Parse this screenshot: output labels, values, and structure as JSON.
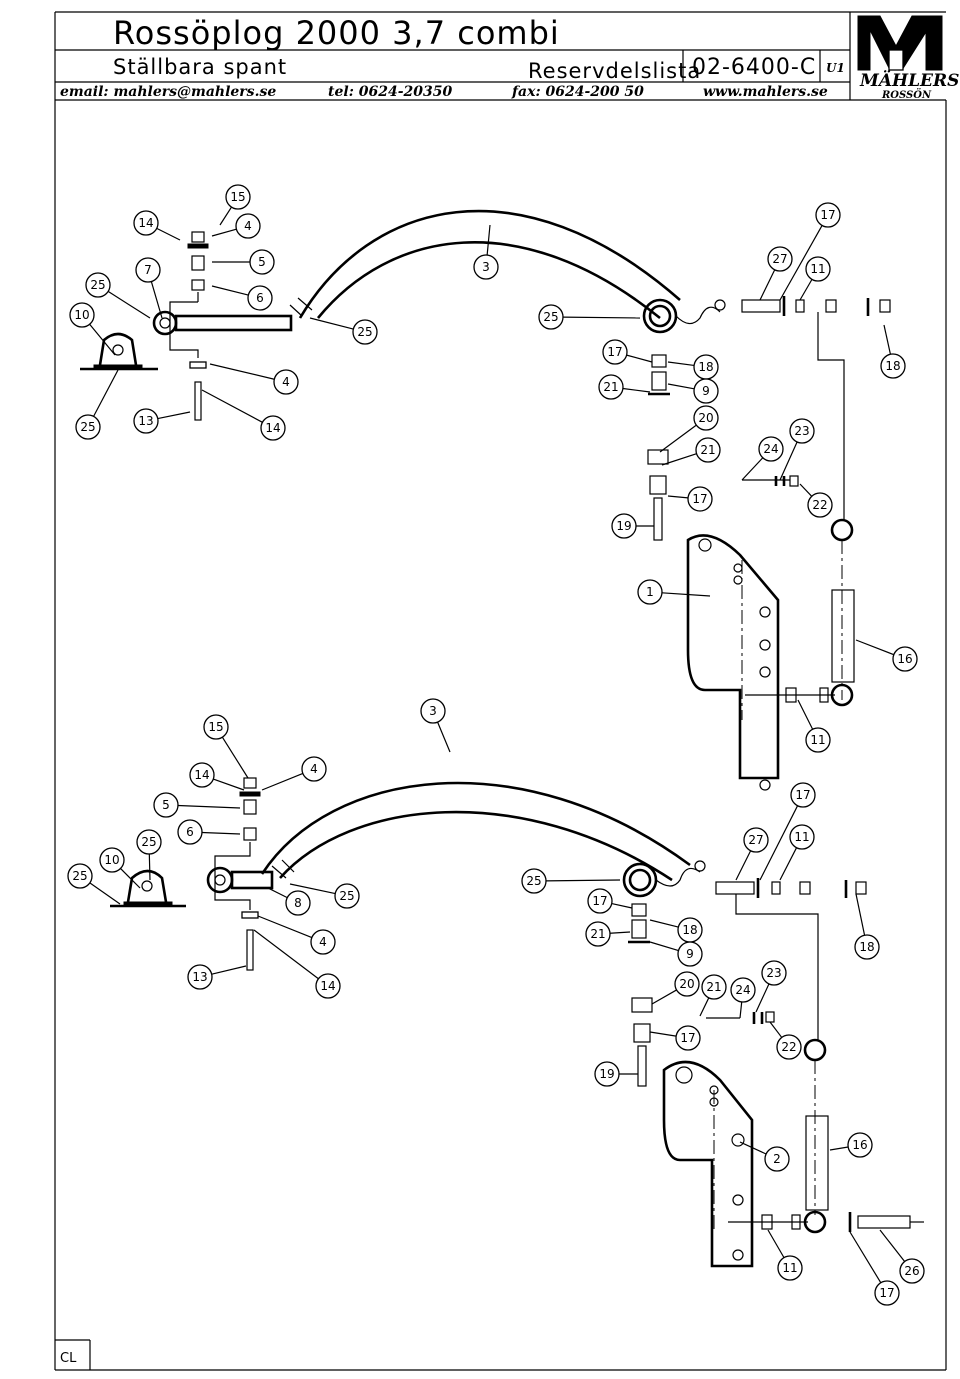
{
  "header": {
    "title": "Rossöplog 2000 3,7 combi",
    "subtitle": "Ställbara spant",
    "doc_type": "Reservdelslista",
    "doc_number": "02-6400-C",
    "revision": "U1",
    "email": "email: mahlers@mahlers.se",
    "tel": "tel: 0624-20350",
    "fax": "fax: 0624-200 50",
    "web": "www.mahlers.se"
  },
  "logo": {
    "name": "MÄHLERS",
    "location": "ROSSÖN"
  },
  "footer": {
    "corner_label": "CL"
  },
  "callouts_top": [
    "15",
    "14",
    "4",
    "17",
    "7",
    "5",
    "25",
    "27",
    "11",
    "3",
    "6",
    "10",
    "25",
    "25",
    "17",
    "18",
    "18",
    "21",
    "9",
    "4",
    "20",
    "25",
    "13",
    "14",
    "24",
    "23",
    "21",
    "17",
    "22",
    "19",
    "1",
    "16",
    "11"
  ],
  "callouts_bottom": [
    "15",
    "3",
    "14",
    "4",
    "17",
    "5",
    "25",
    "6",
    "27",
    "11",
    "10",
    "25",
    "25",
    "8",
    "25",
    "17",
    "18",
    "21",
    "4",
    "9",
    "18",
    "13",
    "14",
    "20",
    "21",
    "24",
    "23",
    "17",
    "22",
    "19",
    "2",
    "16",
    "11",
    "26",
    "17"
  ]
}
